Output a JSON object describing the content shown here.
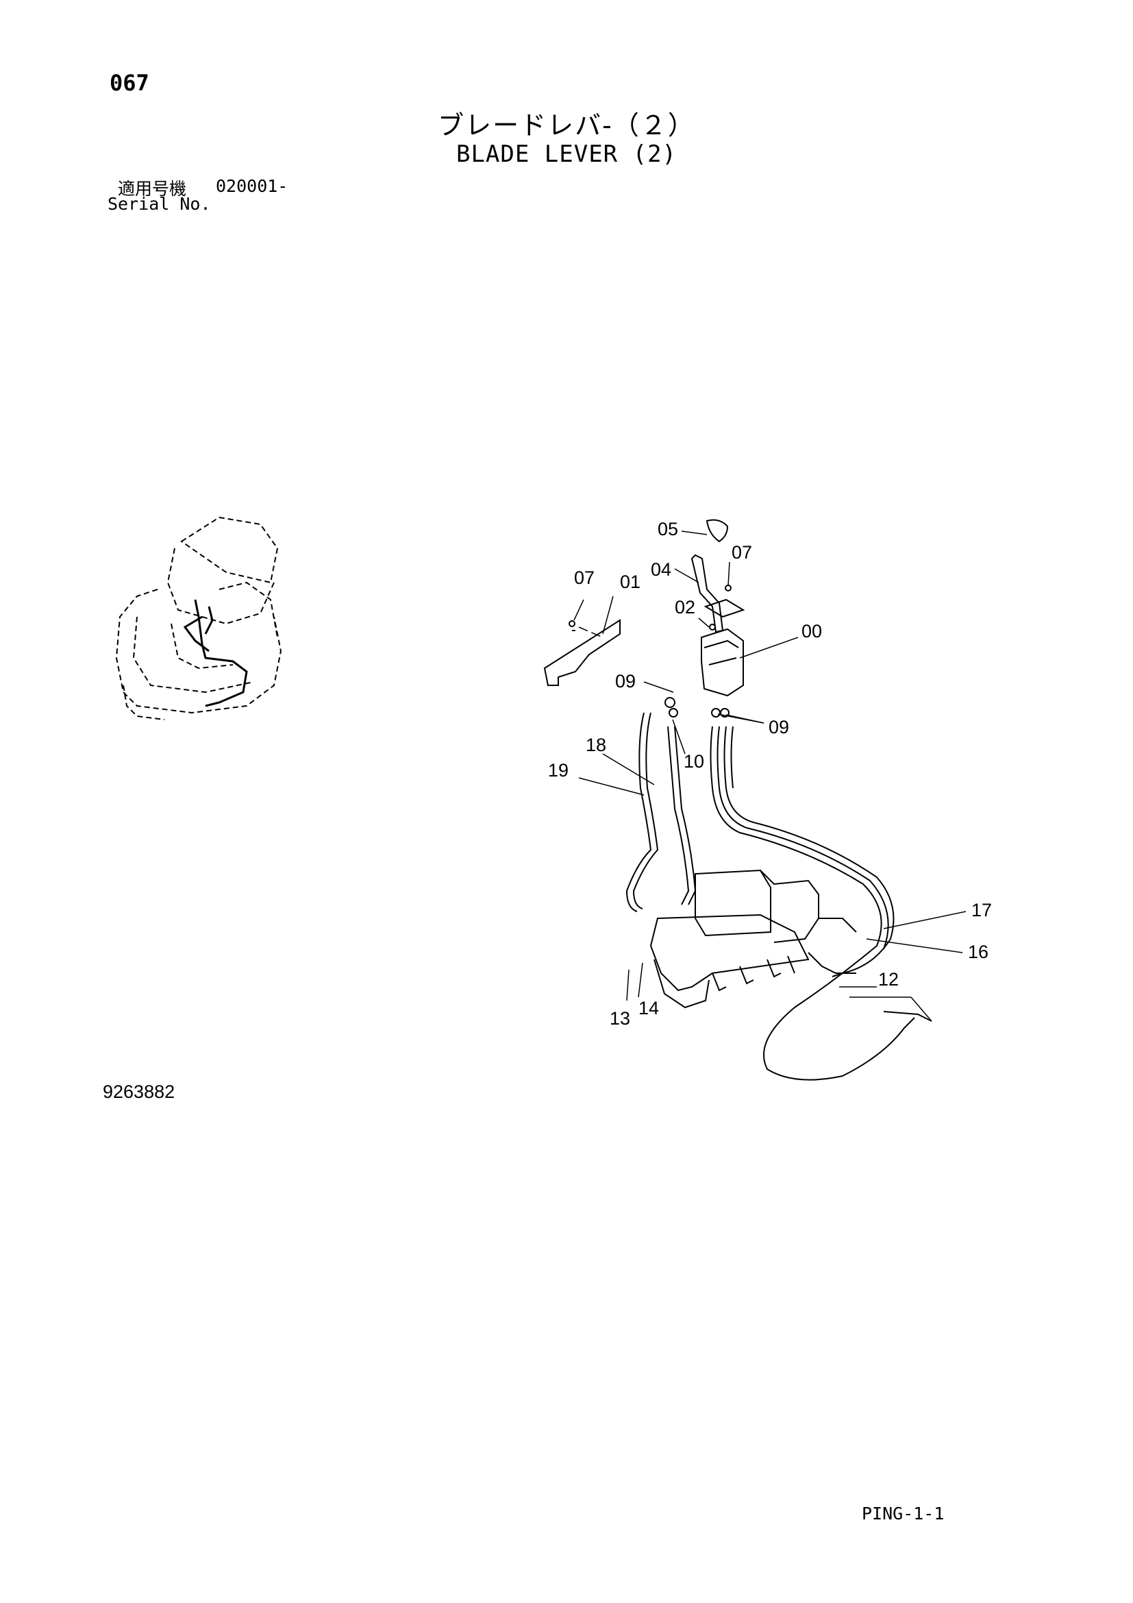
{
  "header": {
    "page_number": "067",
    "title_jp": "ブレードレバ-（２）",
    "title_en": "BLADE LEVER (2)",
    "serial_label_jp": "適用号機",
    "serial_value": "020001-",
    "serial_label_en": "Serial No."
  },
  "diagram": {
    "callouts": [
      "00",
      "01",
      "02",
      "04",
      "05",
      "07",
      "07",
      "09",
      "09",
      "10",
      "12",
      "13",
      "14",
      "16",
      "17",
      "18",
      "19"
    ]
  },
  "footer": {
    "drawing_number": "9263882",
    "page_code": "PING-1-1"
  }
}
